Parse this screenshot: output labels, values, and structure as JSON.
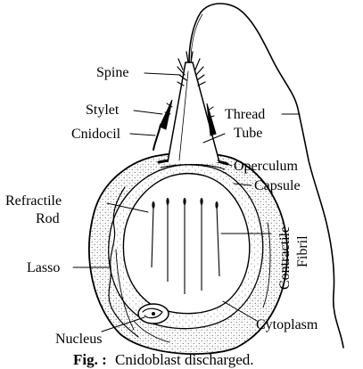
{
  "labels": {
    "spine": "Spine",
    "stylet": "Stylet",
    "cnidocil": "Cnidocil",
    "thread": "Thread",
    "tube": "Tube",
    "operculum": "Operculum",
    "capsule": "Capsule",
    "refractile_line1": "Refractile",
    "refractile_line2": "Rod",
    "contractile_line1": "Contractile",
    "contractile_line2": "Fibril",
    "lasso": "Lasso",
    "cytoplasm": "Cytoplasm",
    "nucleus": "Nucleus"
  },
  "caption": {
    "prefix": "Fig. :",
    "text": "Cnidoblast discharged."
  }
}
